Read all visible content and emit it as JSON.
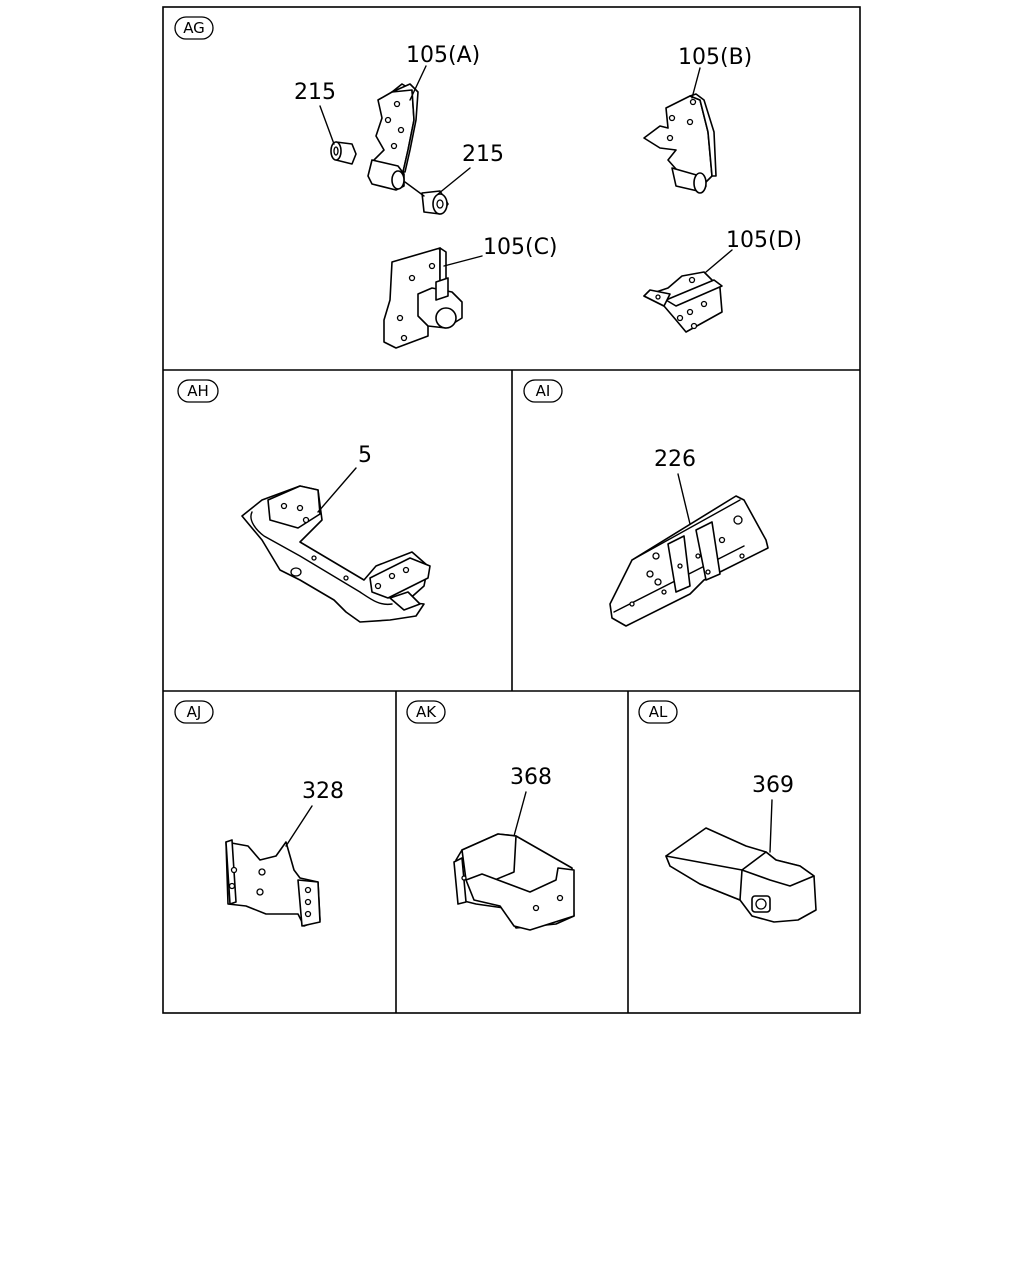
{
  "panels": [
    {
      "tag": "AG",
      "callouts": [
        "105(A)",
        "215",
        "215",
        "105(B)",
        "105(C)",
        "105(D)"
      ]
    },
    {
      "tag": "AH",
      "callouts": [
        "5"
      ]
    },
    {
      "tag": "AI",
      "callouts": [
        "226"
      ]
    },
    {
      "tag": "AJ",
      "callouts": [
        "328"
      ]
    },
    {
      "tag": "AK",
      "callouts": [
        "368"
      ]
    },
    {
      "tag": "AL",
      "callouts": [
        "369"
      ]
    }
  ]
}
